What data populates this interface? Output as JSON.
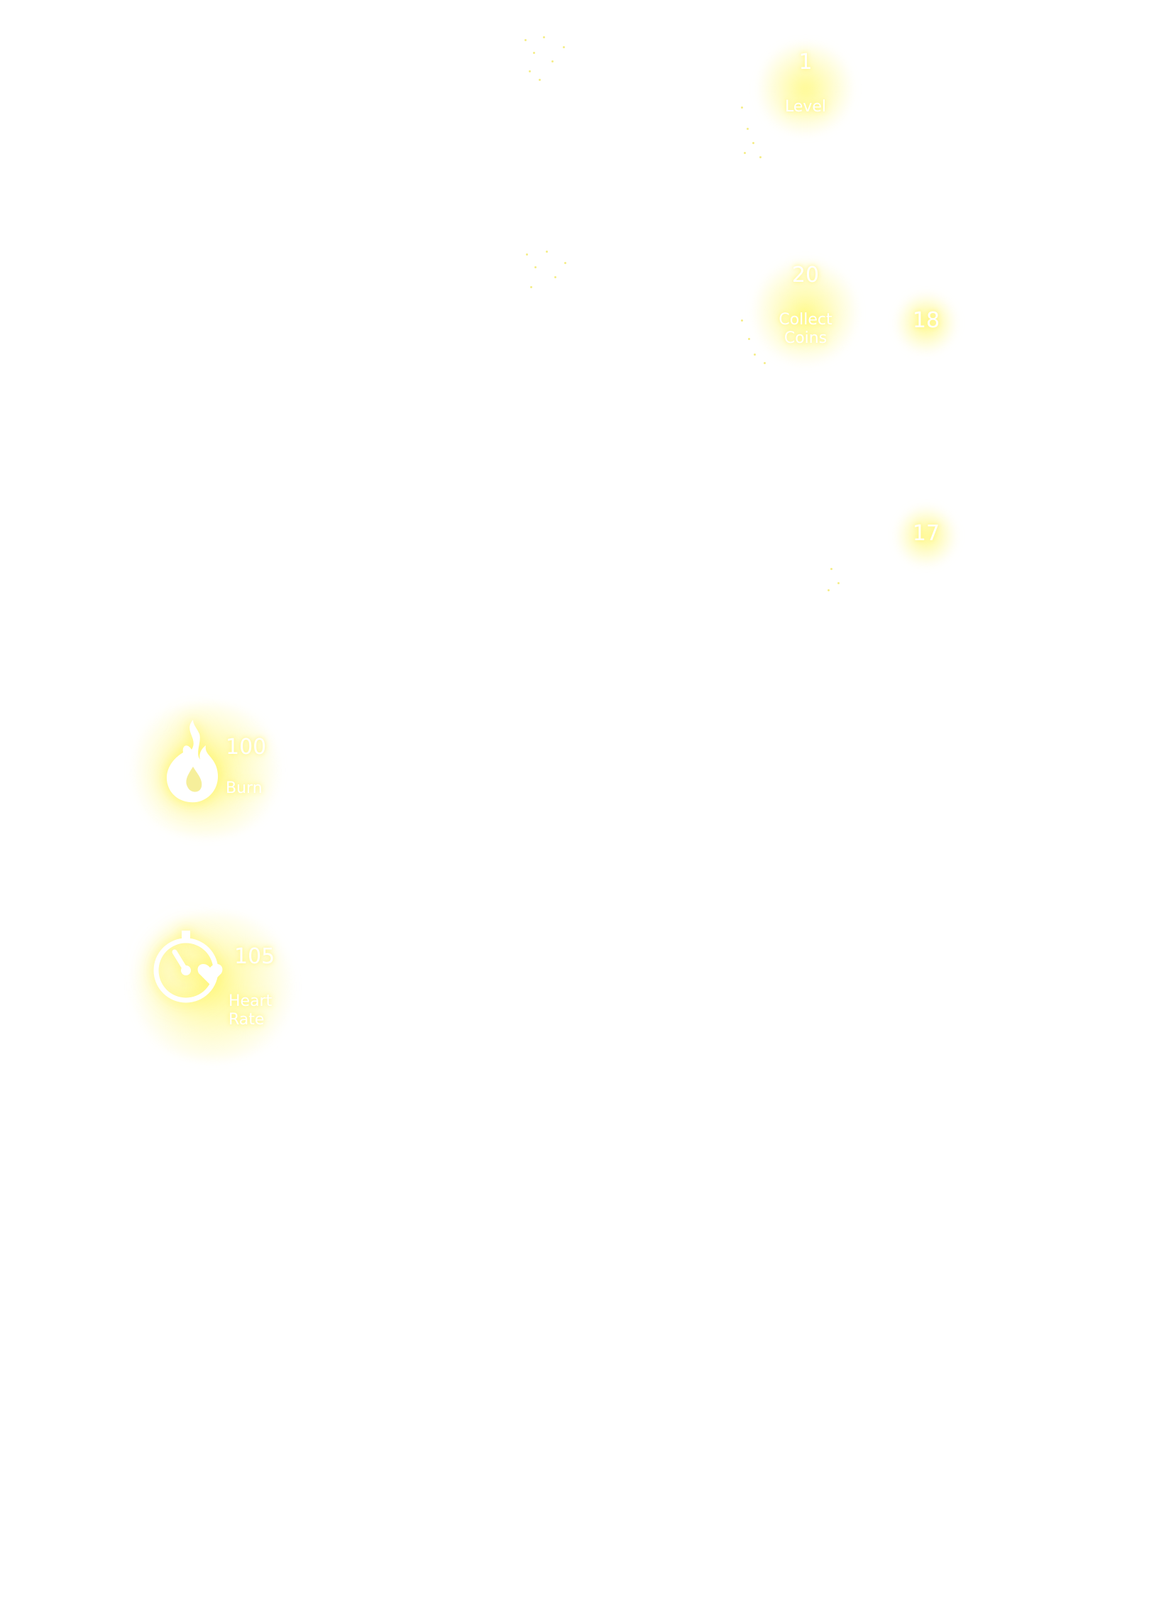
{
  "glow_color": "#fff78c",
  "text_color": "#ffffff",
  "top_badges": [
    {
      "value": "1",
      "label": "Level"
    },
    {
      "value": "20",
      "label": "Collect Coins"
    }
  ],
  "side_badges": [
    {
      "value": "18"
    },
    {
      "value": "17"
    }
  ],
  "stats": [
    {
      "icon": "flame-icon",
      "value": "100",
      "label": "Burn"
    },
    {
      "icon": "stopwatch-heart-icon",
      "value": "105",
      "label": "Heart Rate"
    }
  ]
}
